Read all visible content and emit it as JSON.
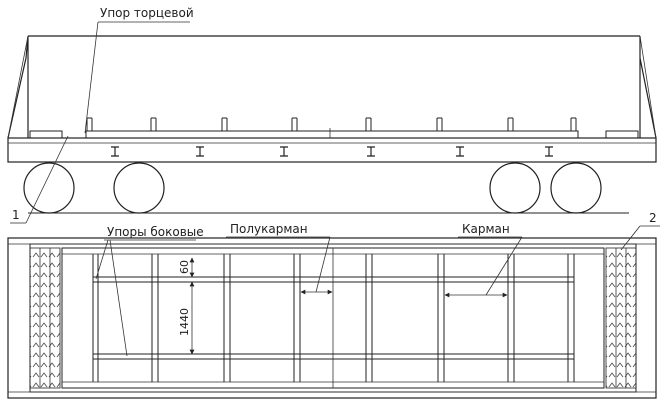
{
  "labels": {
    "end_stop": "Упор торцевой",
    "side_stops": "Упоры боковые",
    "half_pocket": "Полукарман",
    "pocket": "Карман",
    "callout_1": "1",
    "callout_2": "2",
    "dim_60": "60",
    "dim_1440": "1440"
  },
  "icons": {
    "end_stop_marker": "I-beam-marker",
    "wheelset": "wheel-circle"
  }
}
